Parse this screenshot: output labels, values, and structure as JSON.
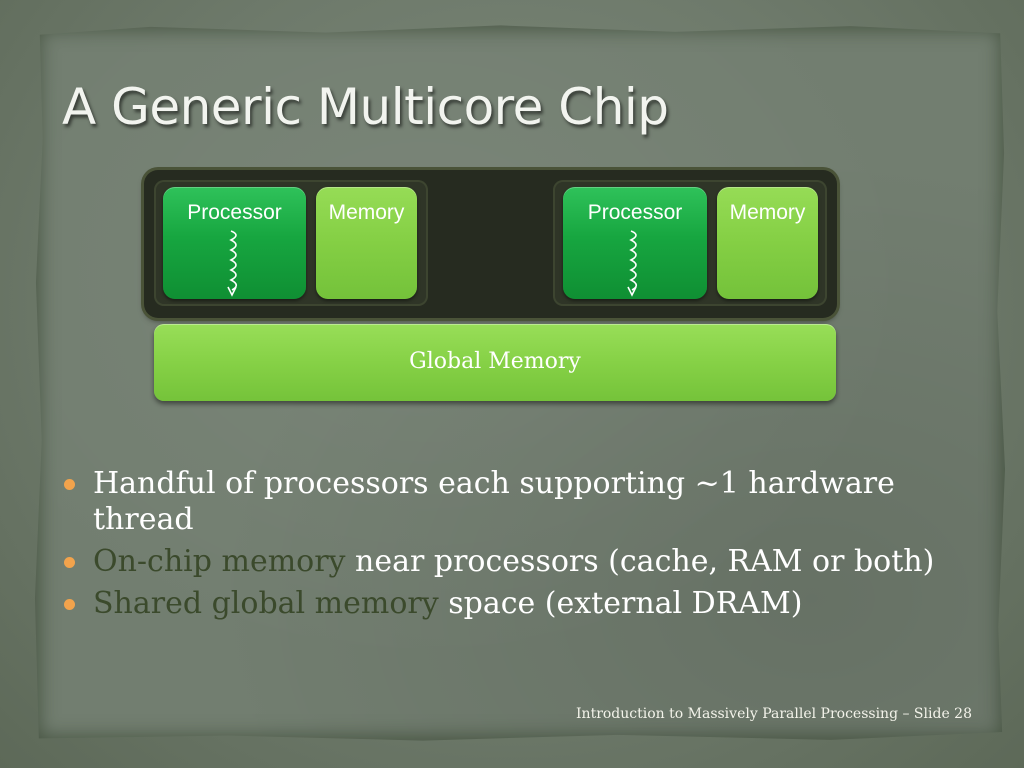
{
  "slide": {
    "title": "A Generic Multicore Chip",
    "footer": "Introduction to Massively Parallel Processing – Slide 28"
  },
  "diagram": {
    "cores": [
      {
        "processor_label": "Processor",
        "memory_label": "Memory"
      },
      {
        "processor_label": "Processor",
        "memory_label": "Memory"
      }
    ],
    "global_memory_label": "Global Memory"
  },
  "bullets": [
    {
      "highlight": "",
      "text": "Handful of processors each supporting ~1 hardware thread"
    },
    {
      "highlight": "On-chip memory",
      "text": " near processors (cache, RAM or both)"
    },
    {
      "highlight": "Shared global memory",
      "text": " space (external DRAM)"
    }
  ],
  "colors": {
    "processor": "#17a640",
    "memory": "#84cf44",
    "chip_background": "#262b20",
    "bullet": "#f2a34c",
    "highlight_text": "#3b4a2c"
  }
}
